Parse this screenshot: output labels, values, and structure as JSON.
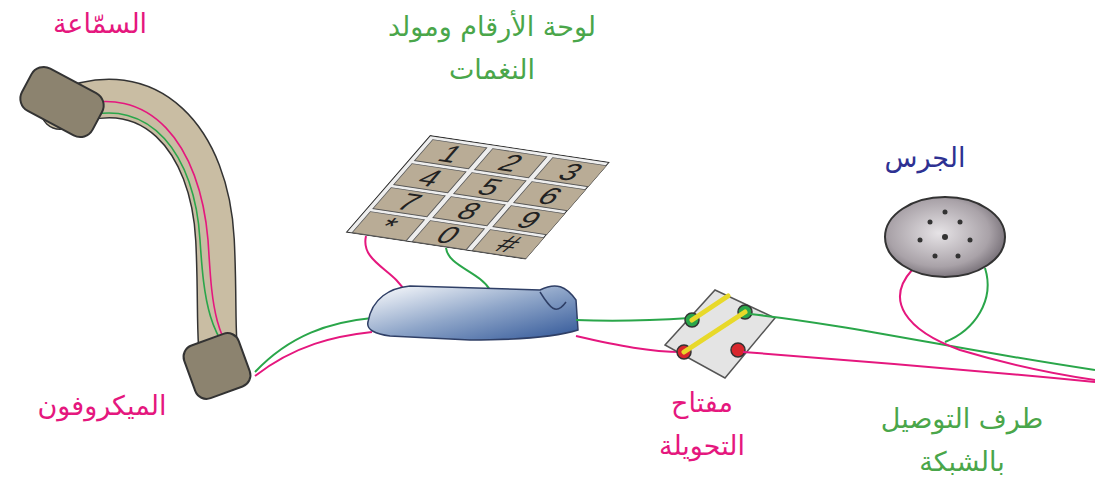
{
  "diagram": {
    "labels": [
      "السمّاعة",
      "لوحة الأرقام ومولد النغمات",
      "الجرس",
      "1",
      "2",
      "3",
      "4",
      "5",
      "6",
      "7",
      "8",
      "9",
      "*",
      "0",
      "#",
      "الميكروفون",
      "مفتاح التحويلة",
      "طرف التوصيل بالشبكة"
    ]
  }
}
